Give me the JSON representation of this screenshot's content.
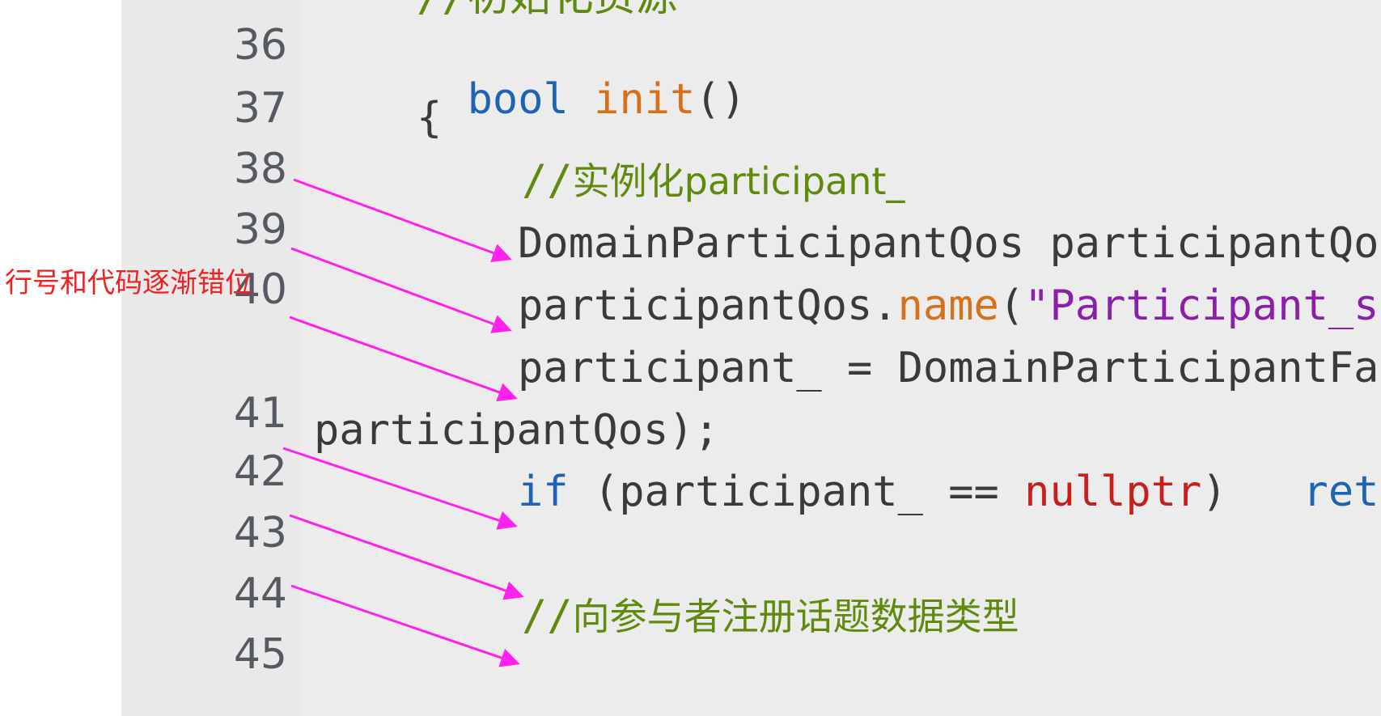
{
  "annotation": "行号和代码逐渐错位",
  "line_numbers": [
    "36",
    "37",
    "38",
    "39",
    "40",
    "41",
    "42",
    "43",
    "44",
    "45"
  ],
  "code": {
    "partial_top_comment": "//初始化资源",
    "line36": {
      "keyword": "bool",
      "func": "init",
      "rest": "()"
    },
    "line37": "{",
    "line38": {
      "slashes": "//",
      "text": "实例化participant_"
    },
    "line39": "DomainParticipantQos participantQo",
    "line40": {
      "obj": "participantQos.",
      "method": "name",
      "paren": "(",
      "string": "\"Participant_s"
    },
    "line40b": "participant_ = DomainParticipantFa",
    "line40c": "participantQos);",
    "line41": {
      "keyword": "if",
      "mid": " (participant_ == ",
      "null": "nullptr",
      "close": ")",
      "ret": "ret"
    },
    "line44": {
      "slashes": "//",
      "text": "向参与者注册话题数据类型"
    }
  },
  "colors": {
    "gutter_bg": "#e9e9e9",
    "editor_bg": "#ececec",
    "keyword": "#1f63b5",
    "function": "#d5711b",
    "comment": "#5f8a0e",
    "string": "#8b1fa9",
    "nullptr": "#c81e1e",
    "annotation": "#ee2222",
    "arrow": "#ff22ee"
  }
}
